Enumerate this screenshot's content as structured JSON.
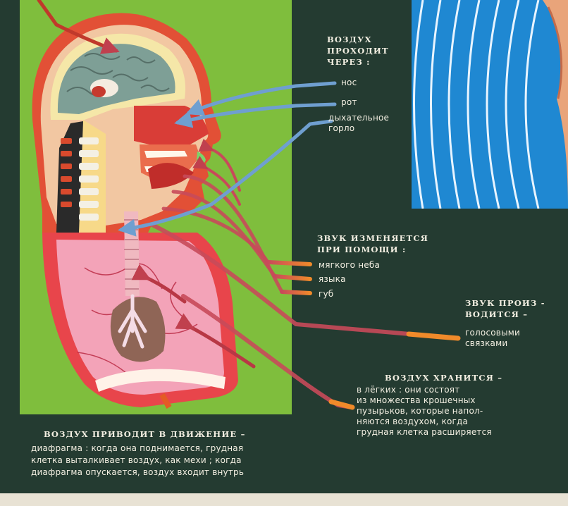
{
  "air_path": {
    "heading": "ВОЗДУХ\nПРОХОДИТ\nЧЕРЕЗ :",
    "items": [
      "нос",
      "рот",
      "дыхательное\nгорло"
    ]
  },
  "sound_modified": {
    "heading": "ЗВУК ИЗМЕНЯЕТСЯ\nПРИ ПОМОЩИ :",
    "items": [
      "мягкого неба",
      "языка",
      "губ"
    ]
  },
  "sound_produced": {
    "heading": "ЗВУК ПРОИЗ -\nВОДИТСЯ –",
    "text": "голосовыми\nсвязками"
  },
  "air_stored": {
    "heading": "ВОЗДУХ  ХРАНИТСЯ –",
    "text": "в лёгких :  они состоят\nиз множества крошечных\nпузырьков, которые напол-\nняются воздухом, когда\nгрудная клетка расширяется"
  },
  "air_moved": {
    "heading": "ВОЗДУХ ПРИВОДИТ В ДВИЖЕНИЕ –",
    "text": "диафрагма :  когда она поднимается, грудная\nклетка выталкивает воздух, как мехи ;  когда\nдиафрагма опускается, воздух входит внутрь"
  },
  "colors": {
    "background": "#243b31",
    "green_panel": "#79b83a",
    "blue_panel": "#1f88d2",
    "air_arrow": "#6f9fd0",
    "sound_arrow": "#c84a5a",
    "label_tip": "#f08a2a",
    "text": "#f3efe2"
  }
}
